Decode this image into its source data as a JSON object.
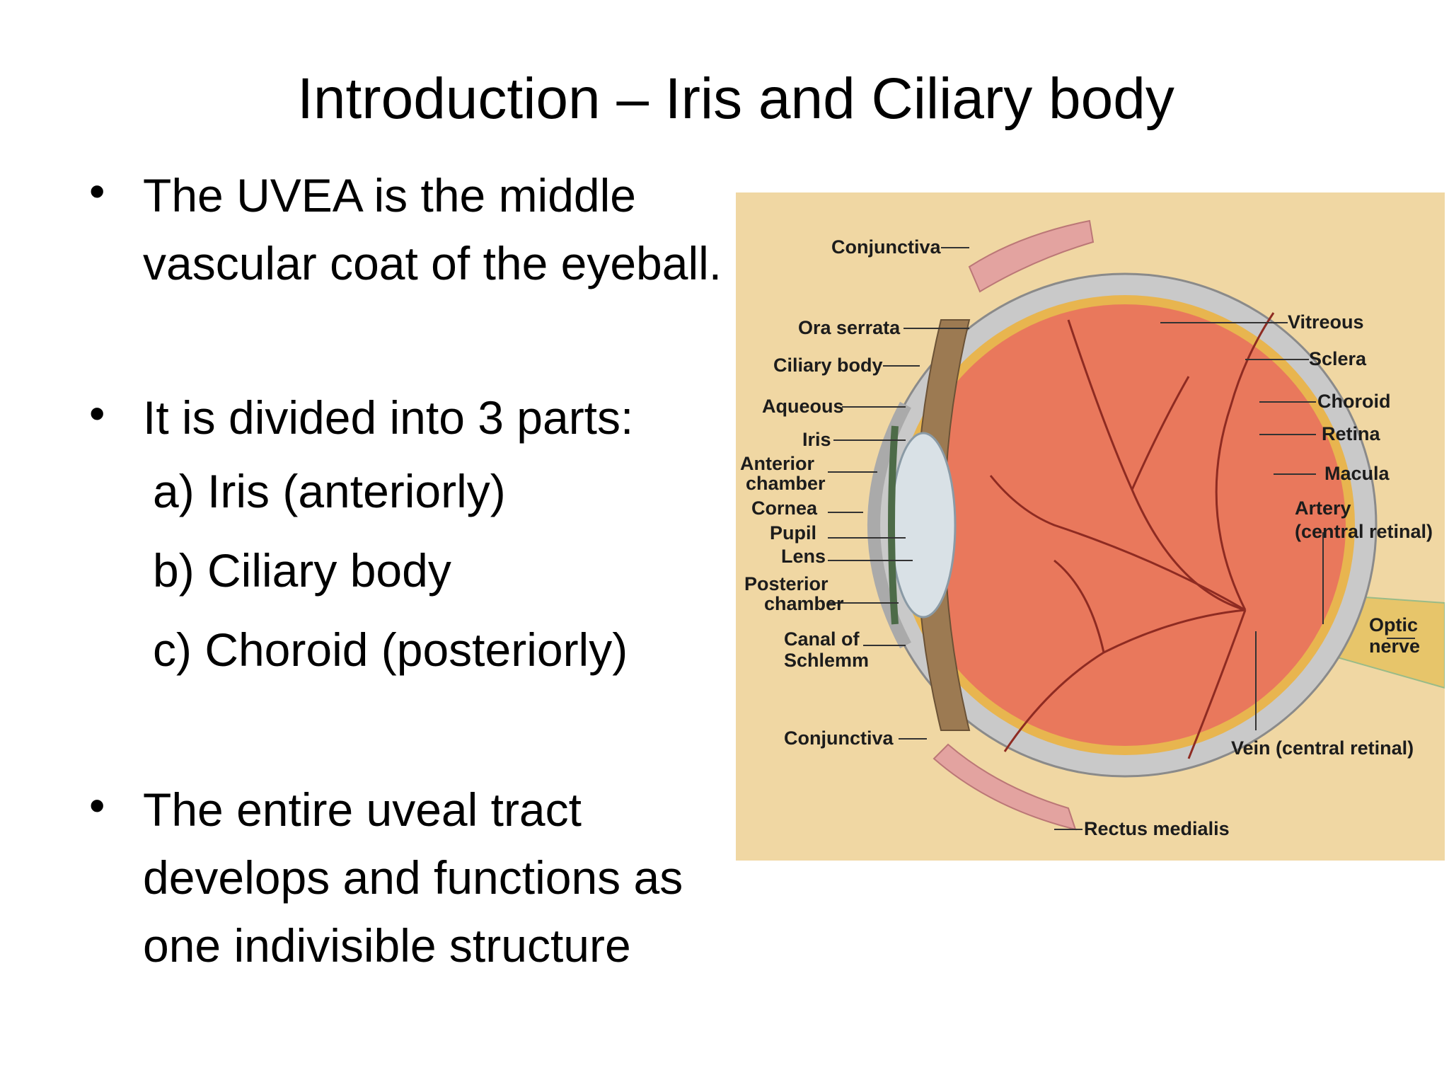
{
  "title": "Introduction – Iris and Ciliary body",
  "bullets": {
    "b1": "The UVEA is the middle vascular coat of the eyeball.",
    "b2": "It is divided into 3 parts:",
    "parts": [
      "a) Iris (anteriorly)",
      "b) Ciliary body",
      "c) Choroid (posteriorly)"
    ],
    "b3": "The entire uveal tract develops and functions as one indivisible structure",
    "bullet_glyph": "•"
  },
  "figure": {
    "labels": {
      "conjunctiva_top": "Conjunctiva",
      "ora_serrata": "Ora serrata",
      "ciliary_body": "Ciliary body",
      "aqueous": "Aqueous",
      "iris": "Iris",
      "anterior": "Anterior",
      "chamber_a": "chamber",
      "cornea": "Cornea",
      "pupil": "Pupil",
      "lens": "Lens",
      "posterior": "Posterior",
      "chamber_p": "chamber",
      "canal_of": "Canal of",
      "schlemm": "Schlemm",
      "conjunctiva_bottom": "Conjunctiva",
      "vitreous": "Vitreous",
      "sclera": "Sclera",
      "choroid": "Choroid",
      "retina": "Retina",
      "macula": "Macula",
      "artery": "Artery",
      "artery_sub": "(central retinal)",
      "optic": "Optic",
      "nerve": "nerve",
      "vein": "Vein (central retinal)",
      "rectus": "Rectus medialis"
    }
  }
}
